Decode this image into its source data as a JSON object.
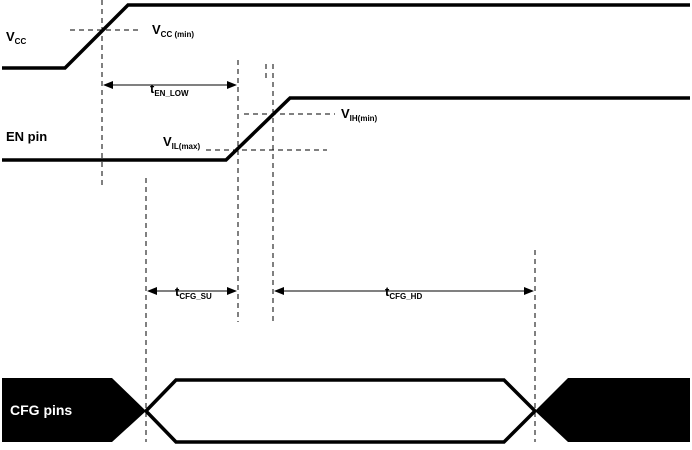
{
  "signals": {
    "vcc": {
      "main": "V",
      "sub": "CC"
    },
    "en_pin": "EN pin",
    "cfg_pins": "CFG pins"
  },
  "thresholds": {
    "vcc_min": {
      "main": "V",
      "sub": "CC (min)"
    },
    "vih_min": {
      "main": "V",
      "sub": "IH(min)"
    },
    "vil_max": {
      "main": "V",
      "sub": "IL(max)"
    }
  },
  "timings": {
    "t_en_low": {
      "main": "t",
      "sub": "EN_LOW"
    },
    "t_cfg_su": {
      "main": "t",
      "sub": "CFG_SU"
    },
    "t_cfg_hd": {
      "main": "t",
      "sub": "CFG_HD"
    }
  },
  "colors": {
    "line": "#000000",
    "background": "#ffffff",
    "cfg_fill": "#000000",
    "cfg_text": "#ffffff"
  }
}
